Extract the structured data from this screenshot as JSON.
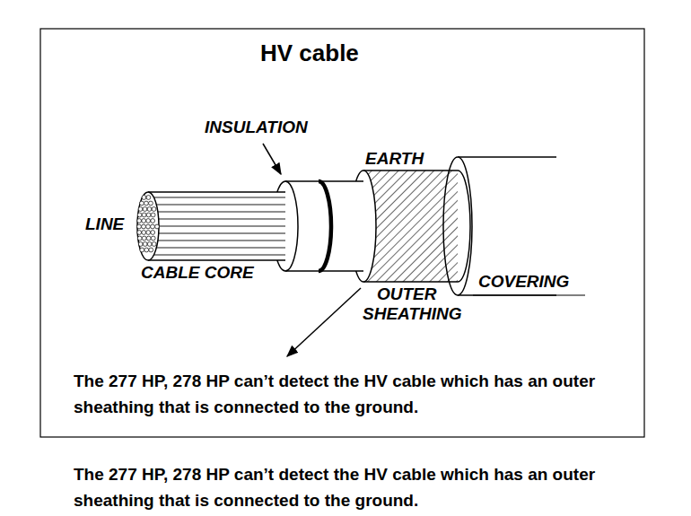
{
  "diagram": {
    "title": "HV cable",
    "caption": "The 277 HP, 278 HP can’t detect the HV cable which has an outer sheathing that is connected to the ground.",
    "labels": [
      "INSULATION",
      "EARTH",
      "LINE",
      "CABLE CORE",
      "OUTER SHEATHING",
      "COVERING",
      "The 277 HP, 278 HP can’t detect the HV cable which has an outer sheathing that is connected to the ground."
    ]
  }
}
